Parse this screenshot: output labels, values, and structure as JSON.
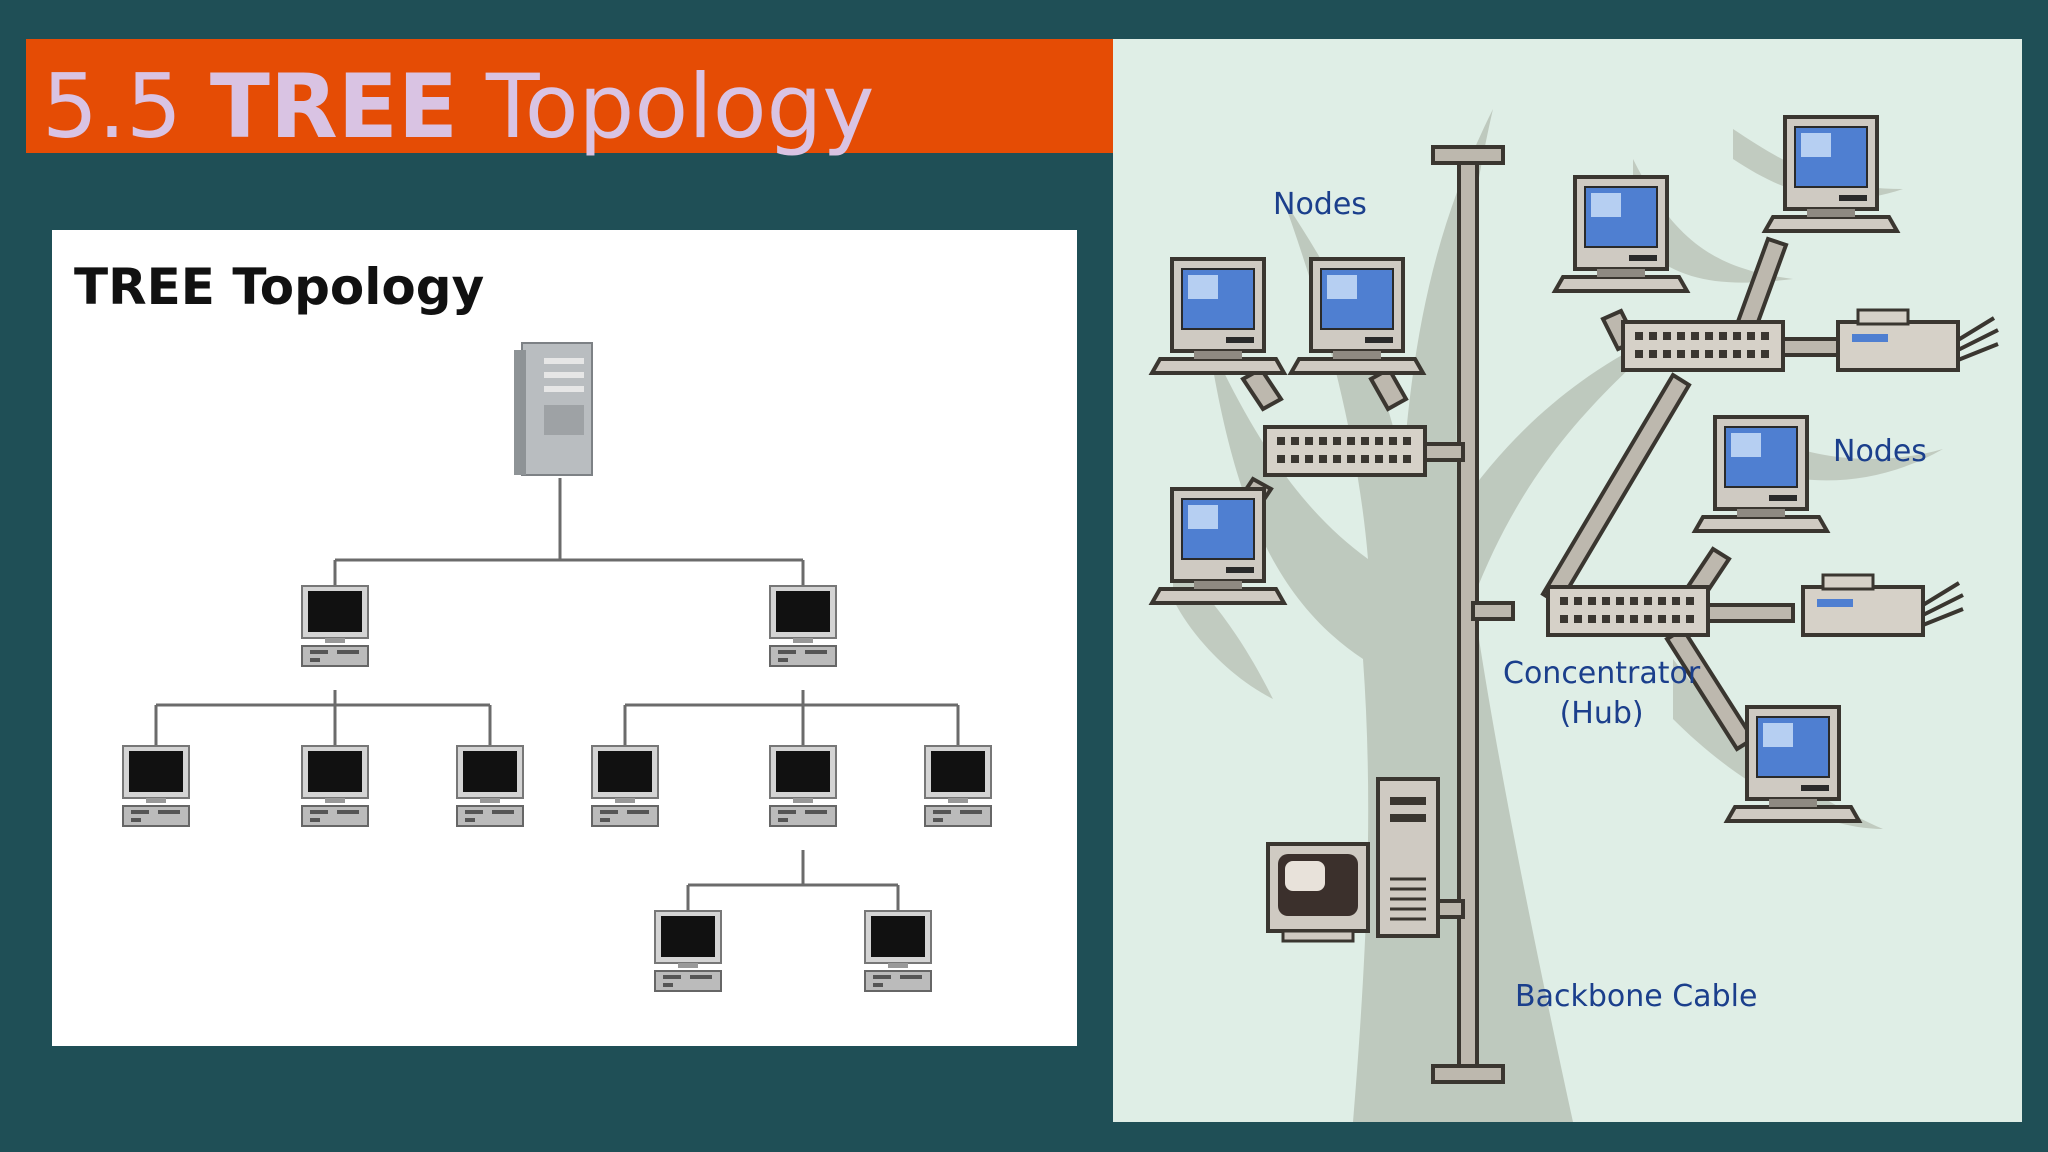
{
  "slide": {
    "title_num": "5.5 ",
    "title_bold": "TREE",
    "title_rest": " Topology"
  },
  "left_diagram": {
    "heading": "TREE Topology"
  },
  "right_diagram": {
    "label_nodes_top": "Nodes",
    "label_nodes_right": "Nodes",
    "label_concentrator_line1": "Concentrator",
    "label_concentrator_line2": "(Hub)",
    "label_backbone": "Backbone Cable"
  },
  "colors": {
    "background": "#1f4f56",
    "title_bar": "#e54c05",
    "title_text": "#d9c3e3",
    "label_text": "#1b3f8c"
  }
}
